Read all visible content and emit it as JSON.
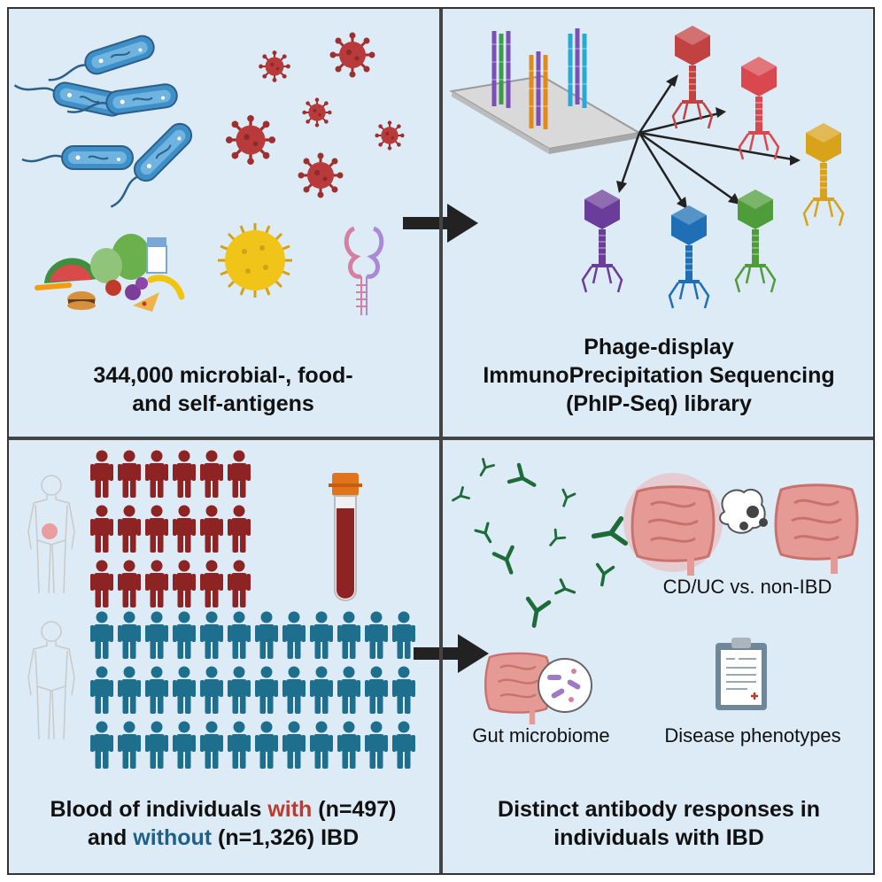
{
  "panels": {
    "antigens": {
      "caption_line1": "344,000 microbial-, food-",
      "caption_line2": "and self-antigens"
    },
    "library": {
      "caption_line1": "Phage-display",
      "caption_line2": "ImmunoPrecipitation Sequencing",
      "caption_line3": "(PhIP-Seq) library"
    },
    "blood": {
      "caption_line1_pre": "Blood of individuals ",
      "caption_line1_with": "with",
      "caption_line1_post": " (n=497)",
      "caption_line2_pre": "and ",
      "caption_line2_without": "without",
      "caption_line2_post": " (n=1,326) IBD"
    },
    "results": {
      "caption_line1": "Distinct antibody responses in",
      "caption_line2": "individuals with IBD",
      "label_cd_uc": "CD/UC vs. non-IBD",
      "label_gut": "Gut microbiome",
      "label_phenotypes": "Disease phenotypes"
    }
  },
  "colors": {
    "panel_bg": "#dcebf6",
    "ibd_red": "#8e2323",
    "non_ibd_blue": "#1e6e8e",
    "virus_red": "#b83a3a",
    "bacteria_blue": "#3f8fc8",
    "antibody_green": "#1e6b3a"
  }
}
